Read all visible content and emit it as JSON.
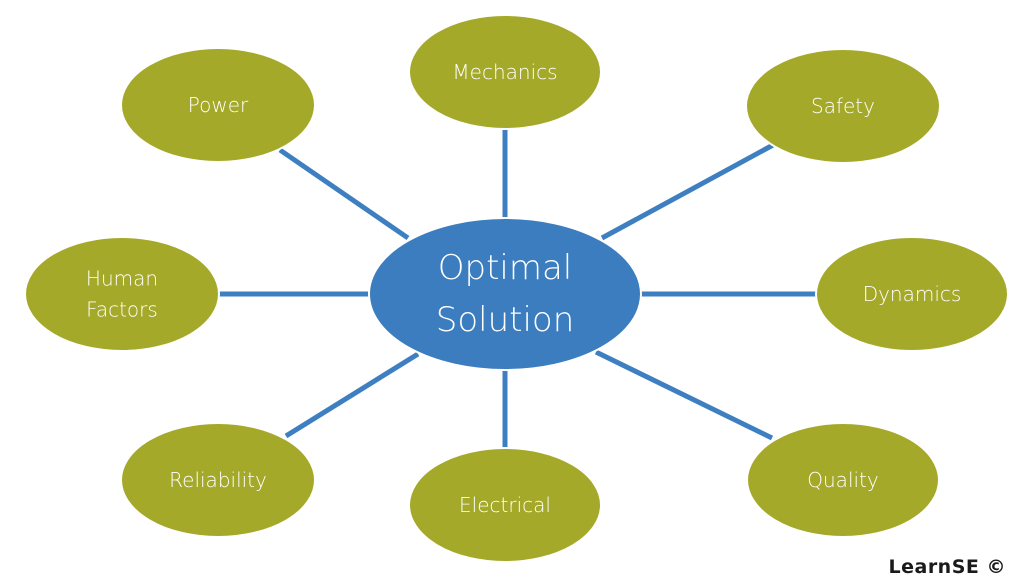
{
  "center": {
    "lines": [
      "Optimal",
      "Solution"
    ],
    "fill": "#3b7dbf"
  },
  "nodes": [
    {
      "id": "mechanics",
      "lines": [
        "Mechanics"
      ]
    },
    {
      "id": "power",
      "lines": [
        "Power"
      ]
    },
    {
      "id": "safety",
      "lines": [
        "Safety"
      ]
    },
    {
      "id": "human-factors",
      "lines": [
        "Human",
        "Factors"
      ]
    },
    {
      "id": "dynamics",
      "lines": [
        "Dynamics"
      ]
    },
    {
      "id": "reliability",
      "lines": [
        "Reliability"
      ]
    },
    {
      "id": "electrical",
      "lines": [
        "Electrical"
      ]
    },
    {
      "id": "quality",
      "lines": [
        "Quality"
      ]
    }
  ],
  "colors": {
    "node_fill": "#a5a92a",
    "node_stroke": "#ffffff",
    "connector": "#3d7fc0",
    "text": "#ffffff"
  },
  "watermark": "LearnSE ©"
}
